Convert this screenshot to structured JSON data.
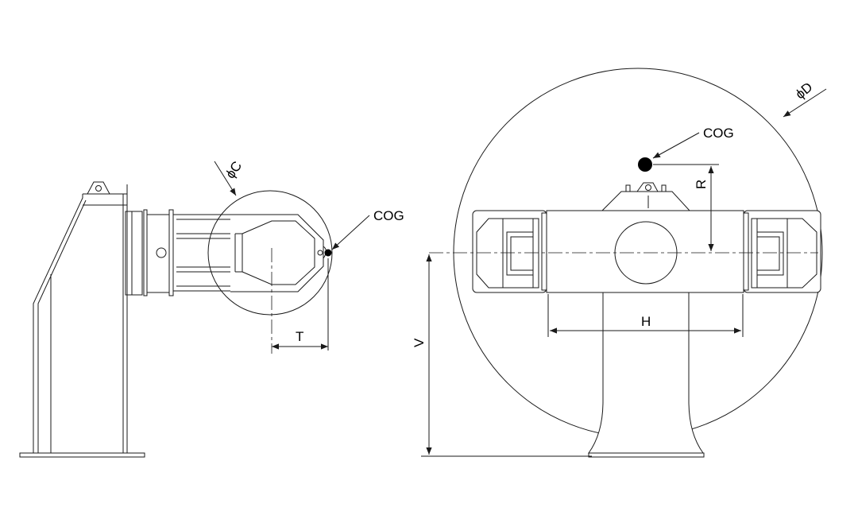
{
  "labels": {
    "left_diameter": "ϕC",
    "left_cog": "COG",
    "left_dim_t": "T",
    "right_diameter": "ϕD",
    "right_cog": "COG",
    "right_dim_r": "R",
    "right_dim_h": "H",
    "right_dim_v": "V"
  },
  "colors": {
    "line": "#1a1a1a",
    "background": "#ffffff",
    "cog_marker": "#000000"
  }
}
